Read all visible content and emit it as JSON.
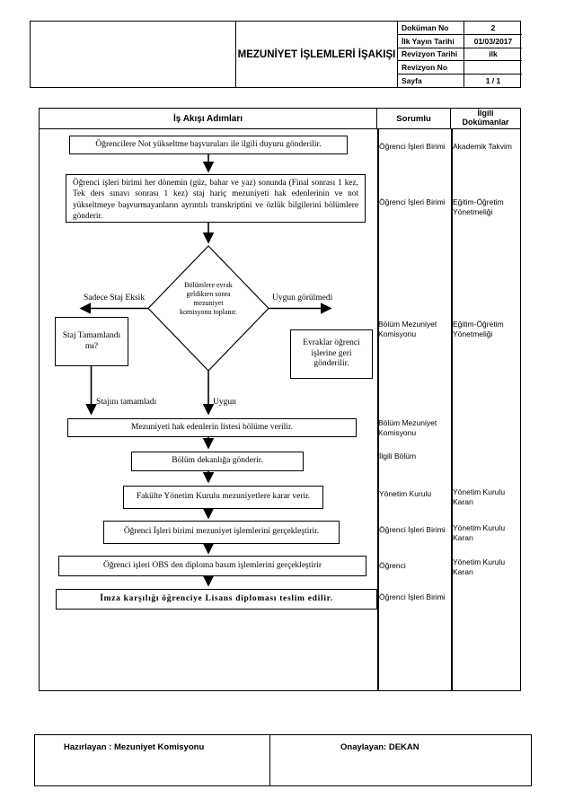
{
  "document": {
    "title": "MEZUNİYET İŞLEMLERİ İŞAKIŞI",
    "info": [
      {
        "label": "Doküman No",
        "value": "2"
      },
      {
        "label": "İlk Yayın Tarihi",
        "value": "01/03/2017"
      },
      {
        "label": "Revizyon Tarihi",
        "value": "ilk"
      },
      {
        "label": "Revizyon No",
        "value": ""
      },
      {
        "label": "Sayfa",
        "value": "1 / 1"
      }
    ]
  },
  "table": {
    "columns": [
      "İş Akışı Adımları",
      "Sorumlu",
      "İlgili Dokümanlar"
    ]
  },
  "flow": {
    "step1": "Öğrencilere Not yükseltme başvuruları ile ilgili duyuru gönderilir.",
    "step2": "Öğrenci işleri birimi her dönemin (güz, bahar ve yaz) sonunda (Final sonrası 1 kez, Tek ders sınavı sonrası 1 kez) staj hariç mezuniyeti hak edenlerinin ve not yükseltmeye başvurmayanların ayrıntılı transkriptini ve özlük bilgilerini bölümlere gönderir.",
    "decision": "Bölümlere evrak geldikten sonra mezuniyet komisyonu toplanır.",
    "branch_left": "Sadece Staj Eksik",
    "branch_right": "Uygun görülmedi",
    "staj_question": "Staj Tamamlandı mı?",
    "evrak_return": "Evraklar öğrenci işlerine geri gönderilir.",
    "label_staj_done": "Stajını tamamladı",
    "label_uygun": "Uygun",
    "step3": "Mezuniyeti hak edenlerin listesi bölüme verilir.",
    "step4": "Bölüm dekanlığa gönderir.",
    "step5": "Fakülte Yönetim Kurulu mezuniyetlere karar verir.",
    "step6": "Öğrenci İşleri birimi mezuniyet işlemlerini gerçekleştirir.",
    "step7": "Öğrenci işleri OBS den diploma basım işlemlerini gerçekleştirir",
    "step8": "İmza karşılığı öğrenciye Lisans diploması teslim edilir."
  },
  "sorumlu": [
    "Öğrenci İşleri Birimi",
    "Öğrenci İşleri Birimi",
    "Bölüm Mezuniyet Komisyonu",
    "Bölüm Mezuniyet Komisyonu",
    "İlgili Bölüm",
    "Yönetim Kurulu",
    "Öğrenci İşleri Birimi",
    "Öğrenci",
    "Öğrenci İşleri Birimi"
  ],
  "dokumanlar": [
    "Akademik Takvim",
    "Eğitim-Öğretim Yönetmeliği",
    "Eğitim-Öğretim Yönetmeliği",
    "Yönetim Kurulu Kararı",
    "Yönetim Kurulu Kararı",
    "Yönetim Kurulu Kararı"
  ],
  "footer": {
    "prepared": "Hazırlayan : Mezuniyet Komisyonu",
    "approved": "Onaylayan: DEKAN"
  }
}
